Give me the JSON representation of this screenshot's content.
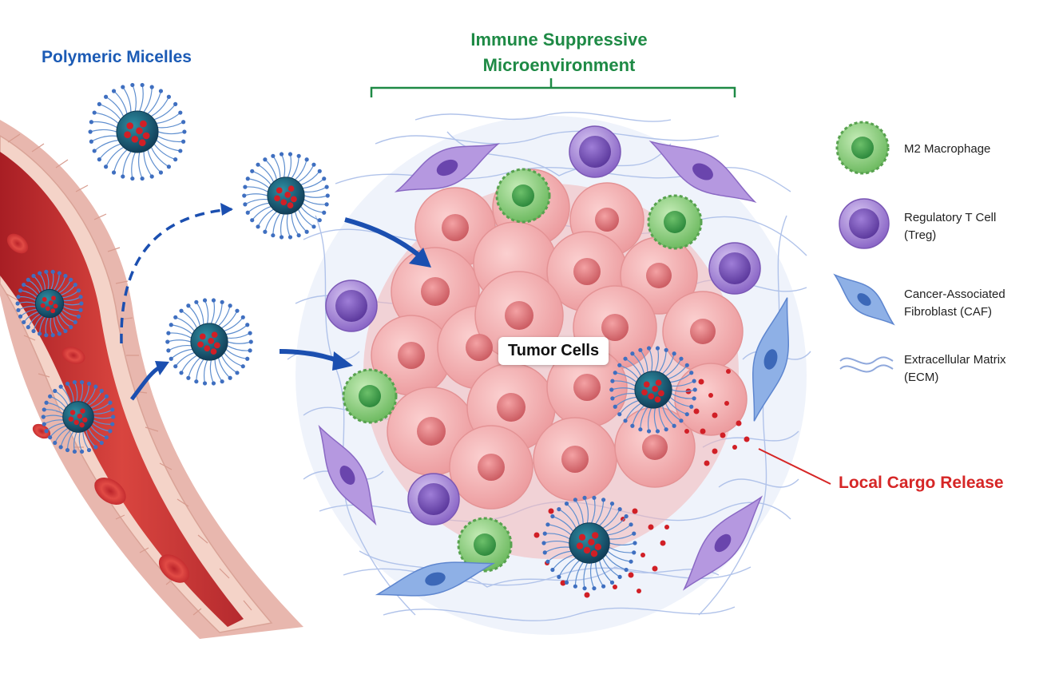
{
  "labels": {
    "micelles": "Polymeric Micelles",
    "microenvironment_line1": "Immune Suppressive",
    "microenvironment_line2": "Microenvironment",
    "tumor": "Tumor Cells",
    "release": "Local Cargo Release"
  },
  "legend": [
    {
      "lines": [
        "M2 Macrophage"
      ],
      "icon": "m2-macrophage-icon"
    },
    {
      "lines": [
        "Regulatory T Cell",
        "(Treg)"
      ],
      "icon": "treg-icon"
    },
    {
      "lines": [
        "Cancer-Associated",
        "Fibroblast (CAF)"
      ],
      "icon": "caf-icon"
    },
    {
      "lines": [
        "Extracellular Matrix",
        "(ECM)"
      ],
      "icon": "ecm-icon"
    }
  ],
  "colors": {
    "micelle_title": "#1c5bb5",
    "microenvironment_title": "#1e8a45",
    "release_label": "#d62626",
    "tumor_cell": "#f1a9ab",
    "m2_macrophage": "#8dcf7e",
    "treg": "#9b7ad4",
    "caf_purple": "#a98bd8",
    "caf_blue": "#7a9fdc",
    "vessel": "#c62b30",
    "micelle_core": "#1d6f82",
    "cargo": "#d11f26"
  }
}
